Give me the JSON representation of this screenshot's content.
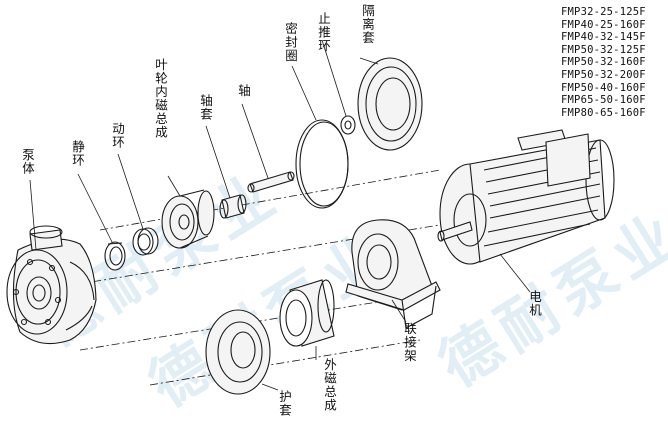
{
  "models": [
    "FMP32-25-125F",
    "FMP40-25-160F",
    "FMP40-32-145F",
    "FMP50-32-125F",
    "FMP50-32-160F",
    "FMP50-32-200F",
    "FMP50-40-160F",
    "FMP65-50-160F",
    "FMP80-65-160F"
  ],
  "labels": {
    "pump_body": "泵体",
    "static_ring": "静环",
    "moving_ring": "动环",
    "impeller": "叶轮内磁总成",
    "sleeve": "轴套",
    "shaft": "轴",
    "seal_ring": "密封圈",
    "thrust_ring": "止推环",
    "isolation_sleeve": "隔离套",
    "motor": "电机",
    "coupling_frame": "联接架",
    "outer_magnet": "外磁总成",
    "guard_sleeve": "护套"
  },
  "watermark": [
    "德耐泵业",
    "德耐泵业",
    "德耐泵业"
  ],
  "colors": {
    "line": "#1a1a1a",
    "watermark": "#d9e9f4",
    "part_fill": "#f4f4f4"
  }
}
